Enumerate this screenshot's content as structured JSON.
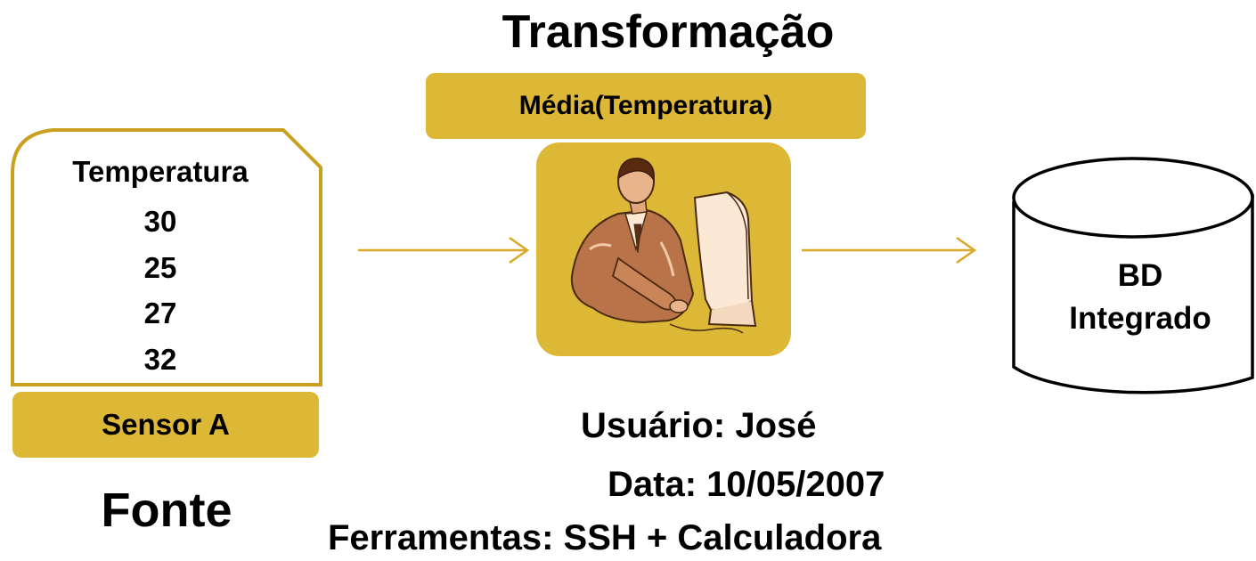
{
  "title": "Transformação",
  "process": {
    "label": "Média(Temperatura)",
    "icon": "person-at-computer-icon"
  },
  "source": {
    "column_header": "Temperatura",
    "values": [
      "30",
      "25",
      "27",
      "32"
    ],
    "sensor_label": "Sensor A",
    "caption": "Fonte"
  },
  "target": {
    "label_line1": "BD",
    "label_line2": "Integrado"
  },
  "metadata": {
    "user": "Usuário:  José",
    "date": "Data: 10/05/2007",
    "tools": "Ferramentas: SSH + Calculadora"
  },
  "colors": {
    "accent": "#DDB736",
    "arrow": "#D9A826",
    "outline": "#000000"
  }
}
